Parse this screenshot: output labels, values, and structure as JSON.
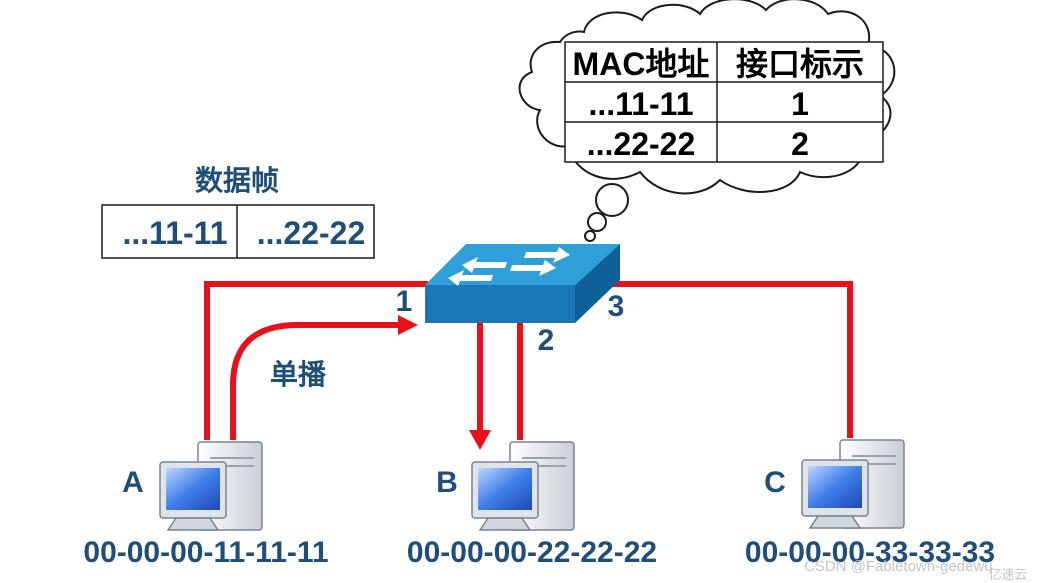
{
  "diagram": {
    "cast_label": "单播",
    "frame": {
      "title": "数据帧",
      "src_field": "...11-11",
      "dst_field": "...22-22"
    },
    "mac_table": {
      "headers": [
        "MAC地址",
        "接口标示"
      ],
      "rows": [
        {
          "mac": "...11-11",
          "port": "1"
        },
        {
          "mac": "...22-22",
          "port": "2"
        }
      ]
    },
    "ports": [
      "1",
      "2",
      "3"
    ],
    "hosts": [
      {
        "name": "A",
        "mac": "00-00-00-11-11-11"
      },
      {
        "name": "B",
        "mac": "00-00-00-22-22-22"
      },
      {
        "name": "C",
        "mac": "00-00-00-33-33-33"
      }
    ],
    "colors": {
      "link": "#e8101b",
      "switch_top": "#2e9fd8",
      "switch_front": "#1a78b8",
      "text_blue": "#1f4e79"
    },
    "watermark": "CSDN @Fabletown-gedewu",
    "watermark_brand": "亿速云"
  }
}
